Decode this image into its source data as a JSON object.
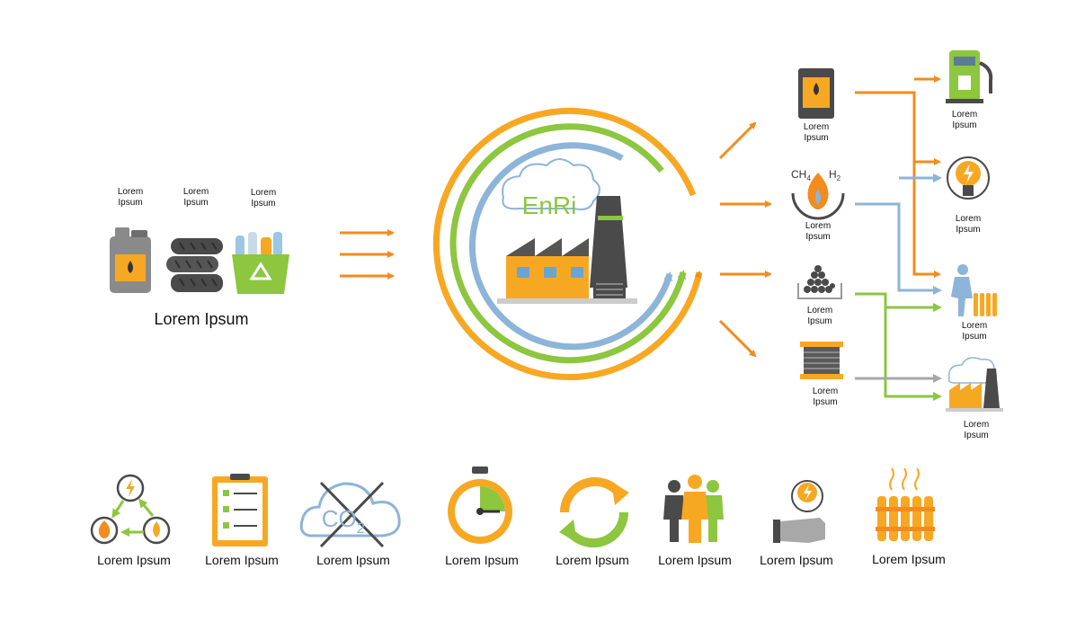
{
  "inputs": [
    {
      "line1": "Lorem",
      "line2": "Ipsum"
    },
    {
      "line1": "Lorem",
      "line2": "Ipsum"
    },
    {
      "line1": "Lorem",
      "line2": "Ipsum"
    }
  ],
  "inputs_caption": "Lorem Ipsum",
  "factory_cloud_text": "EnRi",
  "gases": {
    "methane": "CH",
    "methane_sub": "4",
    "hydrogen": "H",
    "hydrogen_sub": "2"
  },
  "co2_text": {
    "main": "CO",
    "sub": "2"
  },
  "products": [
    {
      "line1": "Lorem",
      "line2": "Ipsum"
    },
    {
      "line1": "Lorem",
      "line2": "Ipsum"
    },
    {
      "line1": "Lorem",
      "line2": "Ipsum"
    },
    {
      "line1": "Lorem",
      "line2": "Ipsum"
    }
  ],
  "uses": [
    {
      "line1": "Lorem",
      "line2": "Ipsum"
    },
    {
      "line1": "Lorem",
      "line2": "Ipsum"
    },
    {
      "line1": "Lorem",
      "line2": "Ipsum"
    },
    {
      "line1": "Lorem",
      "line2": "Ipsum"
    }
  ],
  "benefits": [
    {
      "label": "Lorem Ipsum"
    },
    {
      "label": "Lorem Ipsum"
    },
    {
      "label": "Lorem Ipsum"
    },
    {
      "label": "Lorem Ipsum"
    },
    {
      "label": "Lorem Ipsum"
    },
    {
      "label": "Lorem Ipsum"
    },
    {
      "label": "Lorem Ipsum"
    },
    {
      "label": "Lorem Ipsum"
    }
  ],
  "colors": {
    "orange": "#F7A823",
    "green": "#8DC63F",
    "blue": "#8DB4D9",
    "gray": "#4A4A4A",
    "arrow_orange": "#F28C1E",
    "arrow_gray": "#A8A8A8"
  }
}
